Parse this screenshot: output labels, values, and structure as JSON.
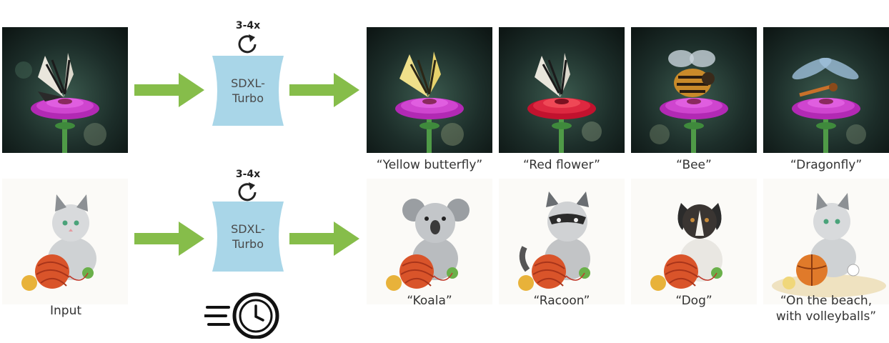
{
  "colors": {
    "arrow": "#86bd4a",
    "model_fill": "#a9d6e8",
    "photo_bg": "#1d2f2c",
    "sketch_bg": "#fbfaf7"
  },
  "rows": [
    {
      "input_image": "butterfly-on-pink-flower",
      "model": {
        "line1": "SDXL-",
        "line2": "Turbo",
        "iterations": "3-4x"
      },
      "outputs": [
        {
          "image": "yellow-butterfly",
          "caption": "“Yellow butterfly”"
        },
        {
          "image": "red-flower",
          "caption": "“Red flower”"
        },
        {
          "image": "bee",
          "caption": "“Bee”"
        },
        {
          "image": "dragonfly",
          "caption": "“Dragonfly”"
        }
      ]
    },
    {
      "input_image": "kitten-with-yarn",
      "input_caption": "Input",
      "model": {
        "line1": "SDXL-",
        "line2": "Turbo",
        "iterations": "3-4x"
      },
      "outputs": [
        {
          "image": "koala",
          "caption": "“Koala”"
        },
        {
          "image": "racoon",
          "caption": "“Racoon”"
        },
        {
          "image": "dog",
          "caption": "“Dog”"
        },
        {
          "image": "kitten-beach-volleyballs",
          "caption_line1": "“On the beach,",
          "caption_line2": "with volleyballs”"
        }
      ]
    }
  ],
  "icons": [
    "refresh-icon",
    "fast-clock-icon"
  ]
}
